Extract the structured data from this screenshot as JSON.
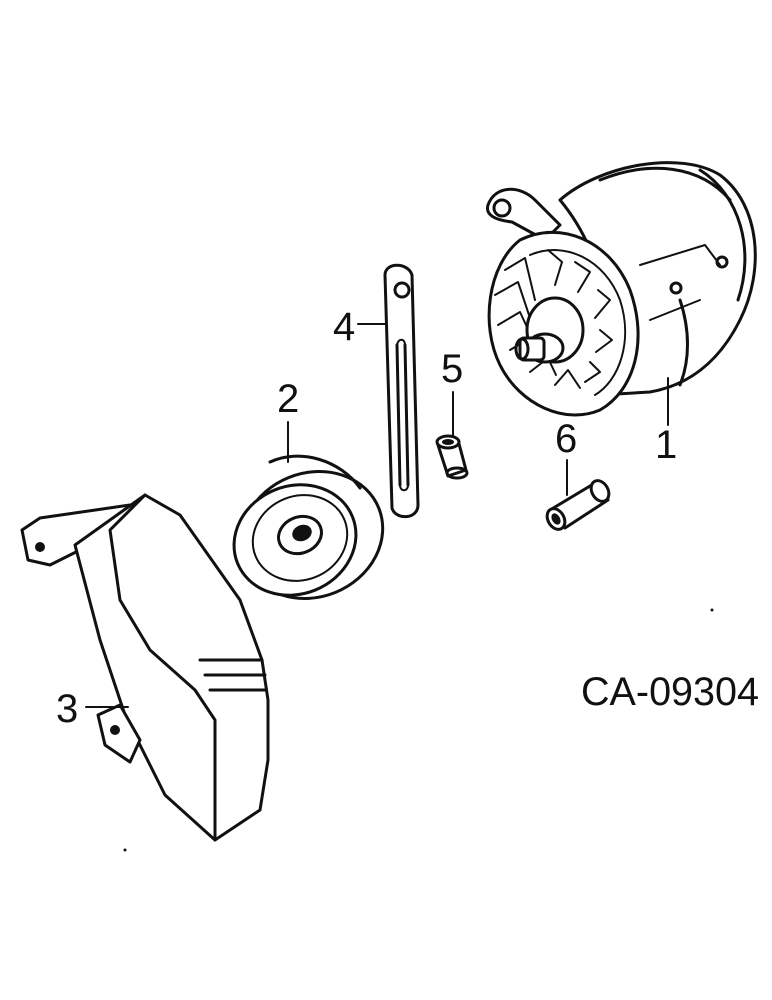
{
  "diagram": {
    "drawing_code": "CA-09304",
    "callouts": [
      {
        "id": "1",
        "text": "1"
      },
      {
        "id": "2",
        "text": "2"
      },
      {
        "id": "3",
        "text": "3"
      },
      {
        "id": "4",
        "text": "4"
      },
      {
        "id": "5",
        "text": "5"
      },
      {
        "id": "6",
        "text": "6"
      }
    ],
    "parts": [
      {
        "callout": "1",
        "icon": "alternator-icon"
      },
      {
        "callout": "2",
        "icon": "pulley-icon"
      },
      {
        "callout": "3",
        "icon": "belt-guard-icon"
      },
      {
        "callout": "4",
        "icon": "adjusting-strap-icon"
      },
      {
        "callout": "5",
        "icon": "spacer-icon"
      },
      {
        "callout": "6",
        "icon": "sleeve-icon"
      }
    ],
    "colors": {
      "ink": "#111111",
      "paper": "#ffffff"
    }
  }
}
